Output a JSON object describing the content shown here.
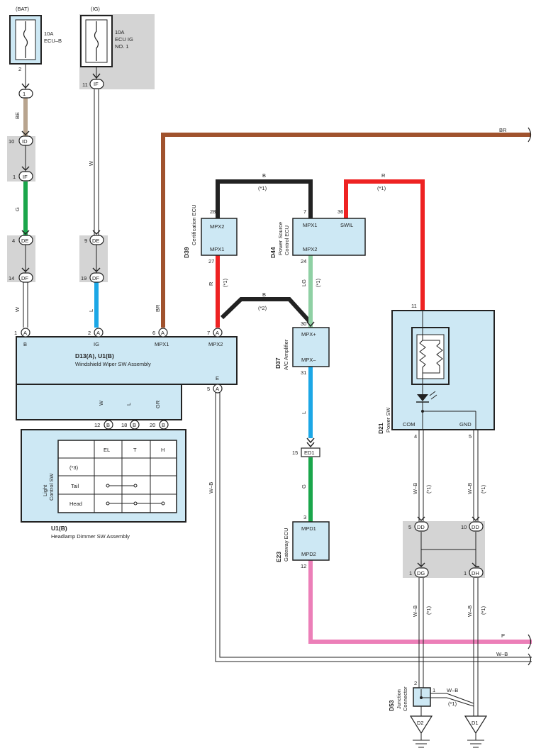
{
  "power": {
    "bat": "(BAT)",
    "bat_fuse_amp": "10A",
    "bat_fuse_name": "ECU–B",
    "bat_pin": "2",
    "ig": "(IG)",
    "ig_fuse_amp": "10A",
    "ig_fuse_name1": "ECU IG",
    "ig_fuse_name2": "NO. 1"
  },
  "connectors": {
    "c1": {
      "pin": "1",
      "label": "1"
    },
    "if_top": {
      "pin": "11",
      "label": "IF"
    },
    "id": {
      "pin": "10",
      "label": "ID"
    },
    "if_mid": {
      "pin": "1",
      "label": "IF"
    },
    "de_left": {
      "pin": "4",
      "label": "DE"
    },
    "df_left": {
      "pin": "14",
      "label": "DF"
    },
    "de_right": {
      "pin": "9",
      "label": "DE"
    },
    "df_right": {
      "pin": "19",
      "label": "DF"
    },
    "a1": {
      "pin": "1",
      "label": "A"
    },
    "a2": {
      "pin": "2",
      "label": "A"
    },
    "a6": {
      "pin": "6",
      "label": "A"
    },
    "a7": {
      "pin": "7",
      "label": "A"
    },
    "a5": {
      "pin": "5",
      "label": "A"
    },
    "b12": {
      "pin": "12",
      "label": "B"
    },
    "b18": {
      "pin": "18",
      "label": "B"
    },
    "b20": {
      "pin": "20",
      "label": "B"
    },
    "ed1": {
      "pin": "15",
      "label": "ED1"
    },
    "dd5": {
      "pin": "5",
      "label": "DD"
    },
    "dd10": {
      "pin": "10",
      "label": "DD"
    },
    "dg1": {
      "pin": "1",
      "label": "DG"
    },
    "dh1": {
      "pin": "1",
      "label": "DH"
    }
  },
  "wires": {
    "be": "BE",
    "g1": "G",
    "w1": "W",
    "w2": "W",
    "l1": "L",
    "br1": "BR",
    "br2": "BR",
    "b_top": "B",
    "star1_b": "(*1)",
    "r_top": "R",
    "star1_r": "(*1)",
    "r_d39": "R",
    "star1_d39": "(*1)",
    "lg": "LG",
    "star1_lg": "(*1)",
    "b_mid": "B",
    "star2": "(*2)",
    "l2": "L",
    "g2": "G",
    "w_ws": "W",
    "l_ws": "L",
    "gr_ws": "GR",
    "wb_left": "W–B",
    "wb_d21a": "W–B",
    "star1_a": "(*1)",
    "wb_d21b": "W–B",
    "star1_b2": "(*1)",
    "wb_dg": "W–B",
    "star1_c": "(*1)",
    "wb_dh": "W–B",
    "star1_d": "(*1)",
    "p": "P",
    "wb_right": "W–B",
    "wb_jc": "W–B",
    "star1_jc": "(*1)"
  },
  "d13": {
    "title": "D13(A), U1(B)",
    "name": "Windshield Wiper SW Assembly",
    "t_b": "B",
    "t_ig": "IG",
    "t_mpx1": "MPX1",
    "t_mpx2": "MPX2",
    "t_e": "E"
  },
  "u1": {
    "side1": "Light",
    "side2": "Control SW",
    "cols": [
      "EL",
      "T",
      "H"
    ],
    "rows": [
      "(*3)",
      "Tail",
      "Head"
    ],
    "title": "U1(B)",
    "name": "Headlamp Dimmer SW Assembly"
  },
  "d39": {
    "code": "D39",
    "name": "Certification ECU",
    "p1": "MPX2",
    "p2": "MPX1",
    "pin_top": "28",
    "pin_bot": "27"
  },
  "d44": {
    "code": "D44",
    "name1": "Power Source",
    "name2": "Control ECU",
    "p1": "MPX1",
    "p2": "SWIL",
    "p3": "MPX2",
    "pin7": "7",
    "pin36": "36",
    "pin24": "24"
  },
  "d37": {
    "code": "D37",
    "name": "A/C Amplifier",
    "p1": "MPX+",
    "p2": "MPX–",
    "pin30": "30",
    "pin31": "31"
  },
  "e23": {
    "code": "E23",
    "name": "Gateway ECU",
    "p1": "MPD1",
    "p2": "MPD2",
    "pin3": "3",
    "pin12": "12"
  },
  "d21": {
    "code": "D21",
    "name": "Power SW",
    "pin11": "11",
    "com": "COM",
    "gnd": "GND",
    "pin4": "4",
    "pin5": "5"
  },
  "d53": {
    "code": "D53",
    "name1": "Junction",
    "name2": "Connector",
    "pin2": "2",
    "pin1": "1"
  },
  "grounds": {
    "d2": "D2",
    "d1": "D1"
  },
  "colors": {
    "brown": "#a0522d",
    "green": "#1aa64b",
    "blue": "#1ca7e6",
    "black": "#222222",
    "red": "#ee2222",
    "lightgreen": "#8fd0a4",
    "pink": "#ec7fb8",
    "tan": "#b8a48e",
    "gray": "#999999",
    "box": "#cde8f4",
    "shade": "#d4d4d4"
  }
}
